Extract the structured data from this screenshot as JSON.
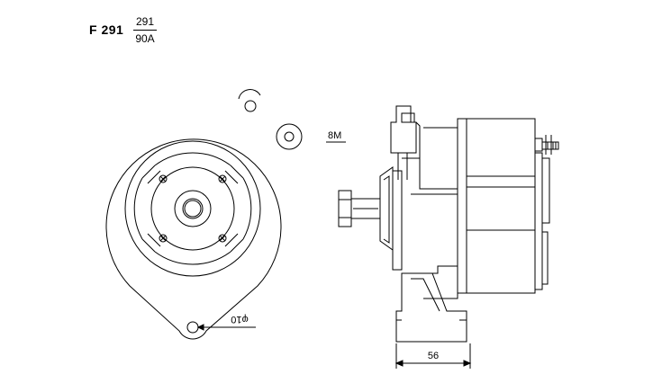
{
  "header": {
    "model": "F 291",
    "number": "291",
    "rating": "90A"
  },
  "dimensions": {
    "terminal_thread": "8M",
    "mount_hole": "φ10",
    "mount_width": "56"
  }
}
